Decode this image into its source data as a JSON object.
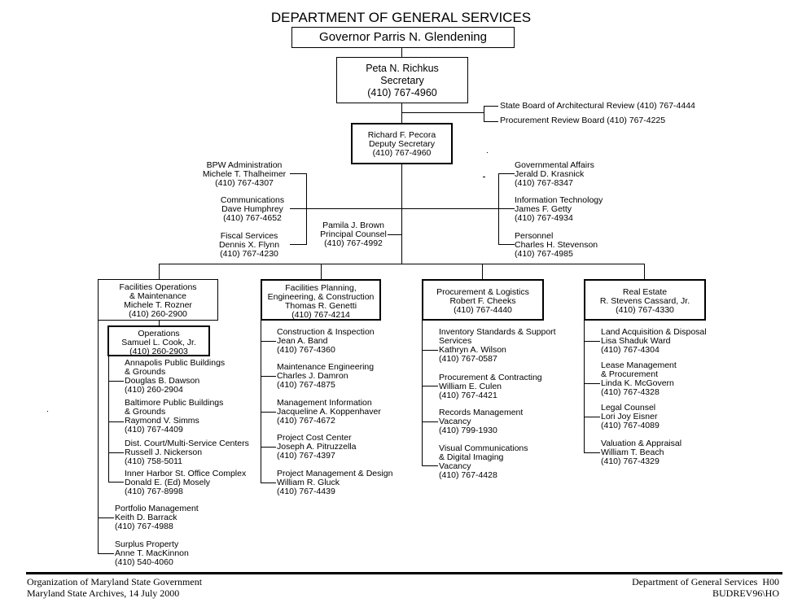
{
  "title": "DEPARTMENT OF GENERAL SERVICES",
  "governor": "Governor Parris N. Glendening",
  "secretary": {
    "name": "Peta N. Richkus",
    "title": "Secretary",
    "phone": "(410) 767-4960"
  },
  "boards": [
    {
      "label": "State Board of Architectural Review (410) 767-4444"
    },
    {
      "label": "Procurement Review Board (410) 767-4225"
    }
  ],
  "deputy": {
    "name": "Richard F. Pecora",
    "title": "Deputy Secretary",
    "phone": "(410) 767-4960"
  },
  "left_staff": [
    {
      "unit": "BPW Administration",
      "name": "Michele T. Thalheimer",
      "phone": "(410) 767-4307"
    },
    {
      "unit": "Communications",
      "name": "Dave Humphrey",
      "phone": "(410) 767-4652"
    },
    {
      "unit": "Fiscal Services",
      "name": "Dennis X. Flynn",
      "phone": "(410) 767-4230"
    }
  ],
  "counsel": {
    "name": "Pamila J. Brown",
    "title": "Principal Counsel",
    "phone": "(410) 767-4992"
  },
  "right_staff": [
    {
      "unit": "Governmental Affairs",
      "name": "Jerald D. Krasnick",
      "phone": "(410) 767-8347"
    },
    {
      "unit": "Information Technology",
      "name": "James F. Getty",
      "phone": "(410) 767-4934"
    },
    {
      "unit": "Personnel",
      "name": "Charles H. Stevenson",
      "phone": "(410) 767-4985"
    }
  ],
  "divisions": [
    {
      "head": [
        "Facilities Operations",
        "& Maintenance",
        "Michele T. Rozner",
        "(410) 260-2900"
      ],
      "sub_head": [
        "Operations",
        "Samuel L. Cook, Jr.",
        "(410) 260-2903"
      ],
      "sub_units": [
        [
          "Annapolis Public Buildings",
          "& Grounds",
          "Douglas B. Dawson",
          "(410) 260-2904"
        ],
        [
          "Baltimore Public Buildings",
          "& Grounds",
          "Raymond V. Simms",
          "(410) 767-4409"
        ],
        [
          "Dist. Court/Multi-Service Centers",
          "Russell J. Nickerson",
          "(410) 758-5011"
        ],
        [
          "Inner Harbor St. Office Complex",
          "Donald E. (Ed) Mosely",
          "(410) 767-8998"
        ]
      ],
      "units": [
        [
          "Portfolio Management",
          "Keith D. Barrack",
          "(410) 767-4988"
        ],
        [
          "Surplus Property",
          "Anne T. MacKinnon",
          "(410) 540-4060"
        ]
      ]
    },
    {
      "head": [
        "Facilities Planning,",
        "Engineering, & Construction",
        "Thomas R. Genetti",
        "(410) 767-4214"
      ],
      "units": [
        [
          "Construction & Inspection",
          "Jean A. Band",
          "(410) 767-4360"
        ],
        [
          "Maintenance Engineering",
          "Charles J. Damron",
          "(410) 767-4875"
        ],
        [
          "Management Information",
          "Jacqueline A. Koppenhaver",
          "(410) 767-4672"
        ],
        [
          "Project Cost Center",
          "Joseph A. Pitruzzella",
          "(410) 767-4397"
        ],
        [
          "Project Management & Design",
          "William R. Gluck",
          "(410) 767-4439"
        ]
      ]
    },
    {
      "head": [
        "Procurement & Logistics",
        "Robert F. Cheeks",
        "(410) 767-4440"
      ],
      "units": [
        [
          "Inventory Standards & Support",
          "Services",
          "Kathryn A. Wilson",
          "(410) 767-0587"
        ],
        [
          "Procurement & Contracting",
          "William E. Culen",
          "(410) 767-4421"
        ],
        [
          "Records Management",
          "Vacancy",
          "(410) 799-1930"
        ],
        [
          "Visual Communications",
          "& Digital Imaging",
          "Vacancy",
          "(410) 767-4428"
        ]
      ]
    },
    {
      "head": [
        "Real Estate",
        "R. Stevens Cassard, Jr.",
        "(410) 767-4330"
      ],
      "units": [
        [
          "Land Acquisition & Disposal",
          "Lisa Shaduk Ward",
          "(410) 767-4304"
        ],
        [
          "Lease Management",
          "& Procurement",
          "Linda K. McGovern",
          "(410) 767-4328"
        ],
        [
          "Legal Counsel",
          "Lori Joy Eisner",
          "(410) 767-4089"
        ],
        [
          "Valuation & Appraisal",
          "William T. Beach",
          "(410) 767-4329"
        ]
      ]
    }
  ],
  "footer": {
    "left_line1": "Organization of Maryland State Government",
    "left_line2": "Maryland State Archives, 14 July 2000",
    "right_line1": "Department of General Services  H00",
    "right_line2": "BUDREV96\\HO"
  }
}
